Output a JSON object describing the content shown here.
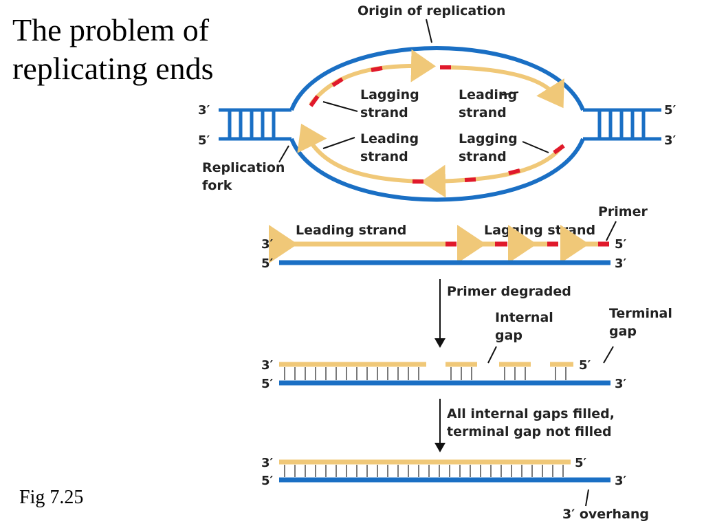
{
  "title_line1": "The problem of",
  "title_line2": "replicating ends",
  "fig_label": "Fig 7.25",
  "labels": {
    "origin": "Origin of replication",
    "bubble_lagging_left_1": "Lagging",
    "bubble_lagging_left_2": "strand",
    "bubble_leading_right_1": "Leading",
    "bubble_leading_right_2": "strand",
    "bubble_leading_left_1": "Leading",
    "bubble_leading_left_2": "strand",
    "bubble_lagging_right_1": "Lagging",
    "bubble_lagging_right_2": "strand",
    "fork_1": "Replication",
    "fork_2": "fork",
    "primer": "Primer",
    "leading_strand": "Leading strand",
    "lagging_strand": "Lagging strand",
    "step1": "Primer degraded",
    "internal_gap_1": "Internal",
    "internal_gap_2": "gap",
    "terminal_gap_1": "Terminal",
    "terminal_gap_2": "gap",
    "step2_line1": "All internal gaps filled,",
    "step2_line2": "terminal gap not filled",
    "overhang": "3′ overhang"
  },
  "ends": {
    "three_prime": "3′",
    "five_prime": "5′"
  },
  "colors": {
    "parent_strand": "#1a6fc4",
    "new_strand": "#f0c878",
    "primer": "#e0192b",
    "rung": "#7a7a7a",
    "text": "#222222"
  }
}
